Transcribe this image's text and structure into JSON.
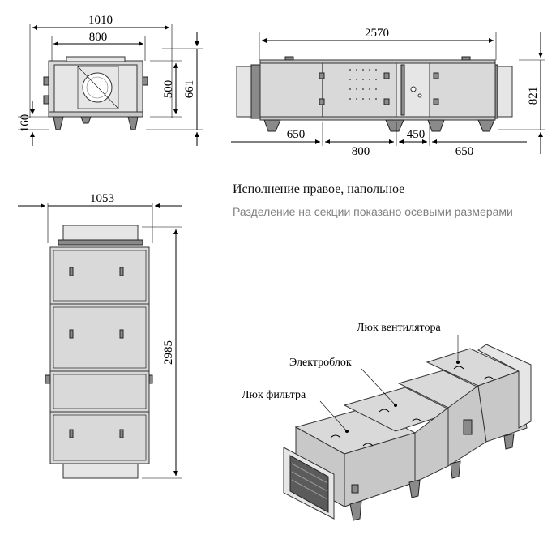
{
  "dimensions": {
    "front_total_width": "1010",
    "front_inner_width": "800",
    "front_total_height": "661",
    "front_opening_height": "500",
    "front_leg_height": "160",
    "side_total_length": "2570",
    "side_section_1": "650",
    "side_section_2": "800",
    "side_section_3": "450",
    "side_section_4": "650",
    "side_height": "821",
    "plan_width": "1053",
    "plan_length": "2985"
  },
  "captions": {
    "title": "Исполнение правое, напольное",
    "subtitle": "Разделение на секции показано осевыми размерами"
  },
  "callouts": {
    "fan_hatch": "Люк вентилятора",
    "electric_block": "Электроблок",
    "filter_hatch": "Люк фильтра"
  },
  "colors": {
    "panel": "#d9d9d9",
    "caption_gray": "#808080"
  }
}
